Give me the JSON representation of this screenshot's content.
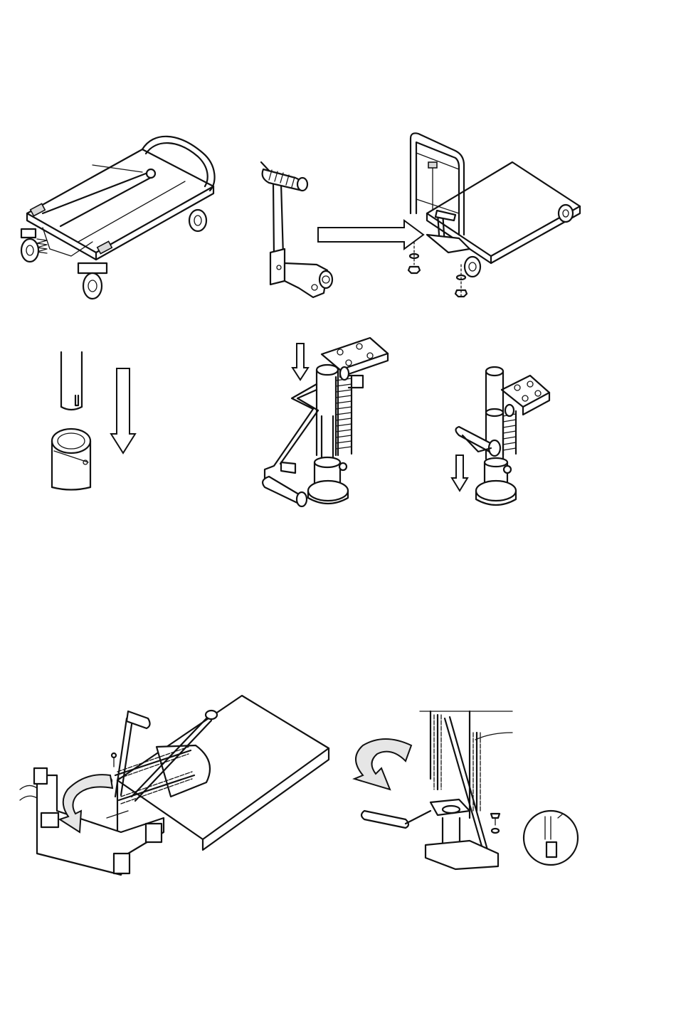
{
  "figures": [
    {
      "id": "cart-underside",
      "icons": [
        "wheel-icon",
        "handle-bar-icon"
      ]
    },
    {
      "id": "pedal-arm",
      "icons": [
        "grip-icon"
      ]
    },
    {
      "id": "cart-assembled",
      "icons": [
        "nut-icon",
        "washer-icon"
      ]
    },
    {
      "id": "tube-insert",
      "icons": [
        "down-arrow-icon"
      ]
    },
    {
      "id": "pump-cylinder-raised",
      "icons": [
        "spring-icon",
        "down-arrow-icon"
      ]
    },
    {
      "id": "pump-cylinder-lowered",
      "icons": [
        "spring-icon",
        "down-arrow-icon"
      ]
    },
    {
      "id": "platform-chain-rotate",
      "icons": [
        "curved-arrow-icon",
        "chain-icon"
      ]
    },
    {
      "id": "pump-detail-rotate",
      "icons": [
        "curved-arrow-icon",
        "magnifier-detail-icon"
      ]
    }
  ],
  "colors": {
    "line": "#111111",
    "background": "#ffffff",
    "fill": "#d8d8d8"
  }
}
